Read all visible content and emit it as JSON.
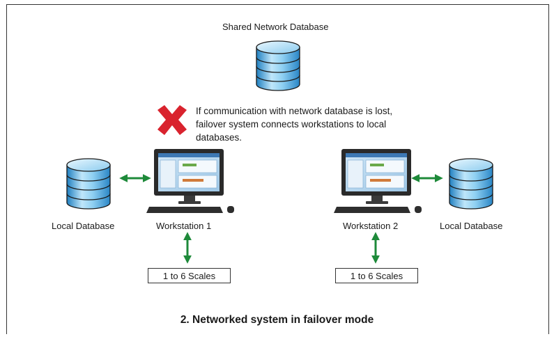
{
  "shared_db_label": "Shared Network Database",
  "failover_note": "If communication with network database is lost, failover system connects workstations to local databases.",
  "left": {
    "db_label": "Local Database",
    "workstation_label": "Workstation 1",
    "scales_label": "1 to 6 Scales"
  },
  "right": {
    "db_label": "Local Database",
    "workstation_label": "Workstation 2",
    "scales_label": "1 to 6 Scales"
  },
  "caption": "2. Networked system in failover mode",
  "colors": {
    "database": "#6fc0e8",
    "arrow": "#1e8a3a",
    "error_cross": "#d9232e",
    "monitor": "#2a2a2a"
  }
}
